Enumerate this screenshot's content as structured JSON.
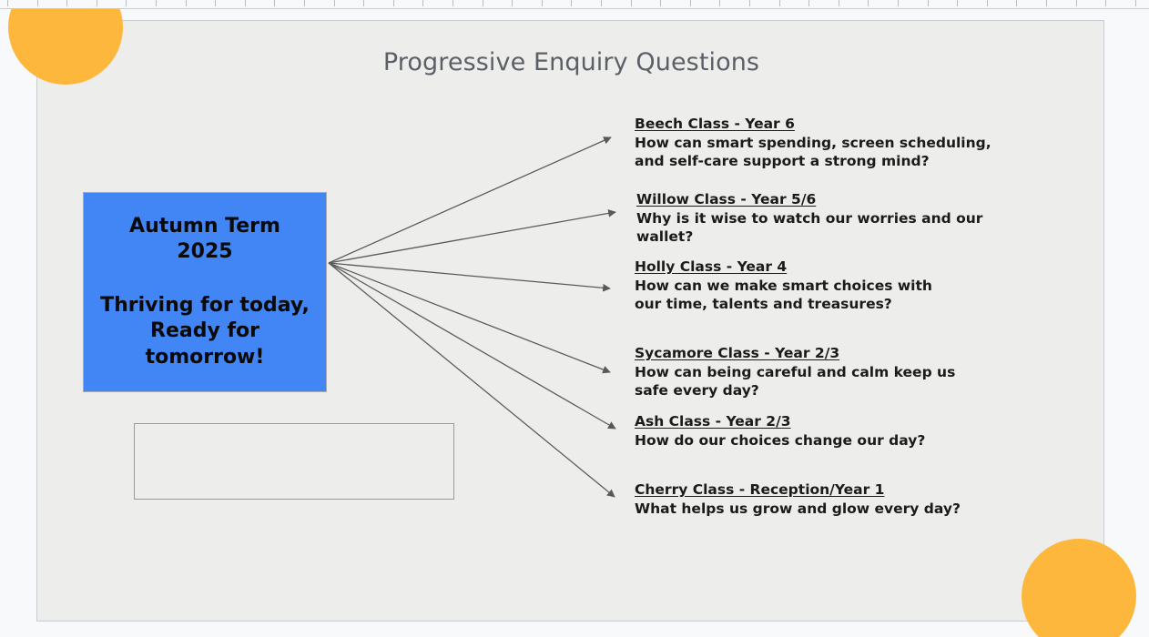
{
  "slide": {
    "title": "Progressive Enquiry Questions",
    "term_box": {
      "line1": "Autumn Term",
      "line2": "2025",
      "line3": "Thriving for today, Ready for tomorrow!"
    },
    "placeholder_box": {
      "text": ""
    },
    "branches": [
      {
        "title": "Beech Class - Year 6",
        "question": "How can smart spending, screen scheduling, and self-care support a strong mind?"
      },
      {
        "title": "Willow Class - Year 5/6",
        "question": "Why is it wise to watch our worries and our wallet?"
      },
      {
        "title": "Holly Class - Year 4",
        "question": "How can we make smart choices with our time, talents and treasures?"
      },
      {
        "title": "Sycamore Class - Year 2/3",
        "question": "How can being careful and calm keep us safe every day?"
      },
      {
        "title": "Ash Class - Year 2/3",
        "question": "How do our choices change our day?"
      },
      {
        "title": "Cherry Class - Reception/Year 1",
        "question": "What helps us grow and glow every day?"
      }
    ]
  },
  "colors": {
    "accent_orange": "#FCB73C",
    "term_box_blue": "#4285F4",
    "slide_background": "#ededec",
    "page_background": "#f8f9fb",
    "title_text": "#5b6067",
    "arrow": "#595959"
  }
}
